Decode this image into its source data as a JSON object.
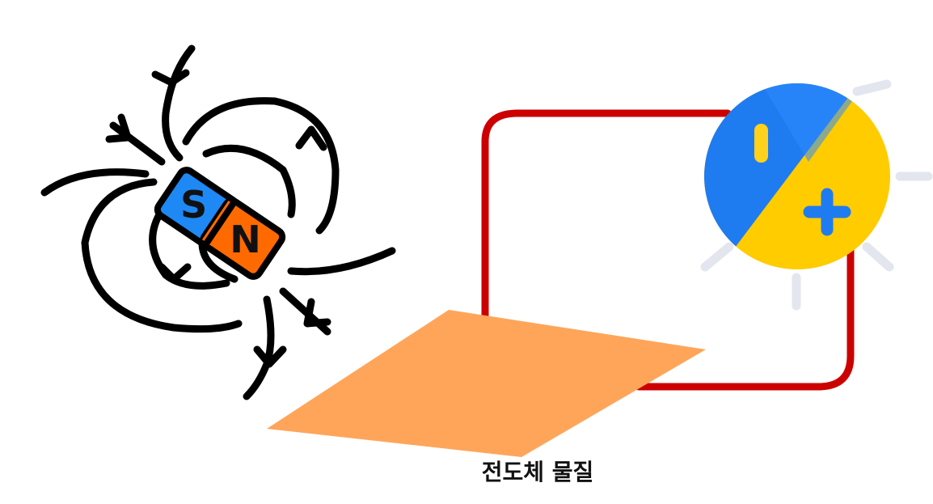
{
  "caption": "전도체 물질",
  "magnet": {
    "south_label": "S",
    "north_label": "N",
    "south_color": "#1E88F5",
    "north_color": "#FF6A00",
    "field_line_color": "#000000"
  },
  "battery": {
    "negative_color": "#1F7BF0",
    "positive_color": "#FFCC00",
    "glow_color": "#E3E6EE",
    "terminal_icons": [
      "minus-sign",
      "plus-sign"
    ]
  },
  "circuit_wire_color": "#CC0000",
  "conductor_plate_color": "#FFA55A"
}
